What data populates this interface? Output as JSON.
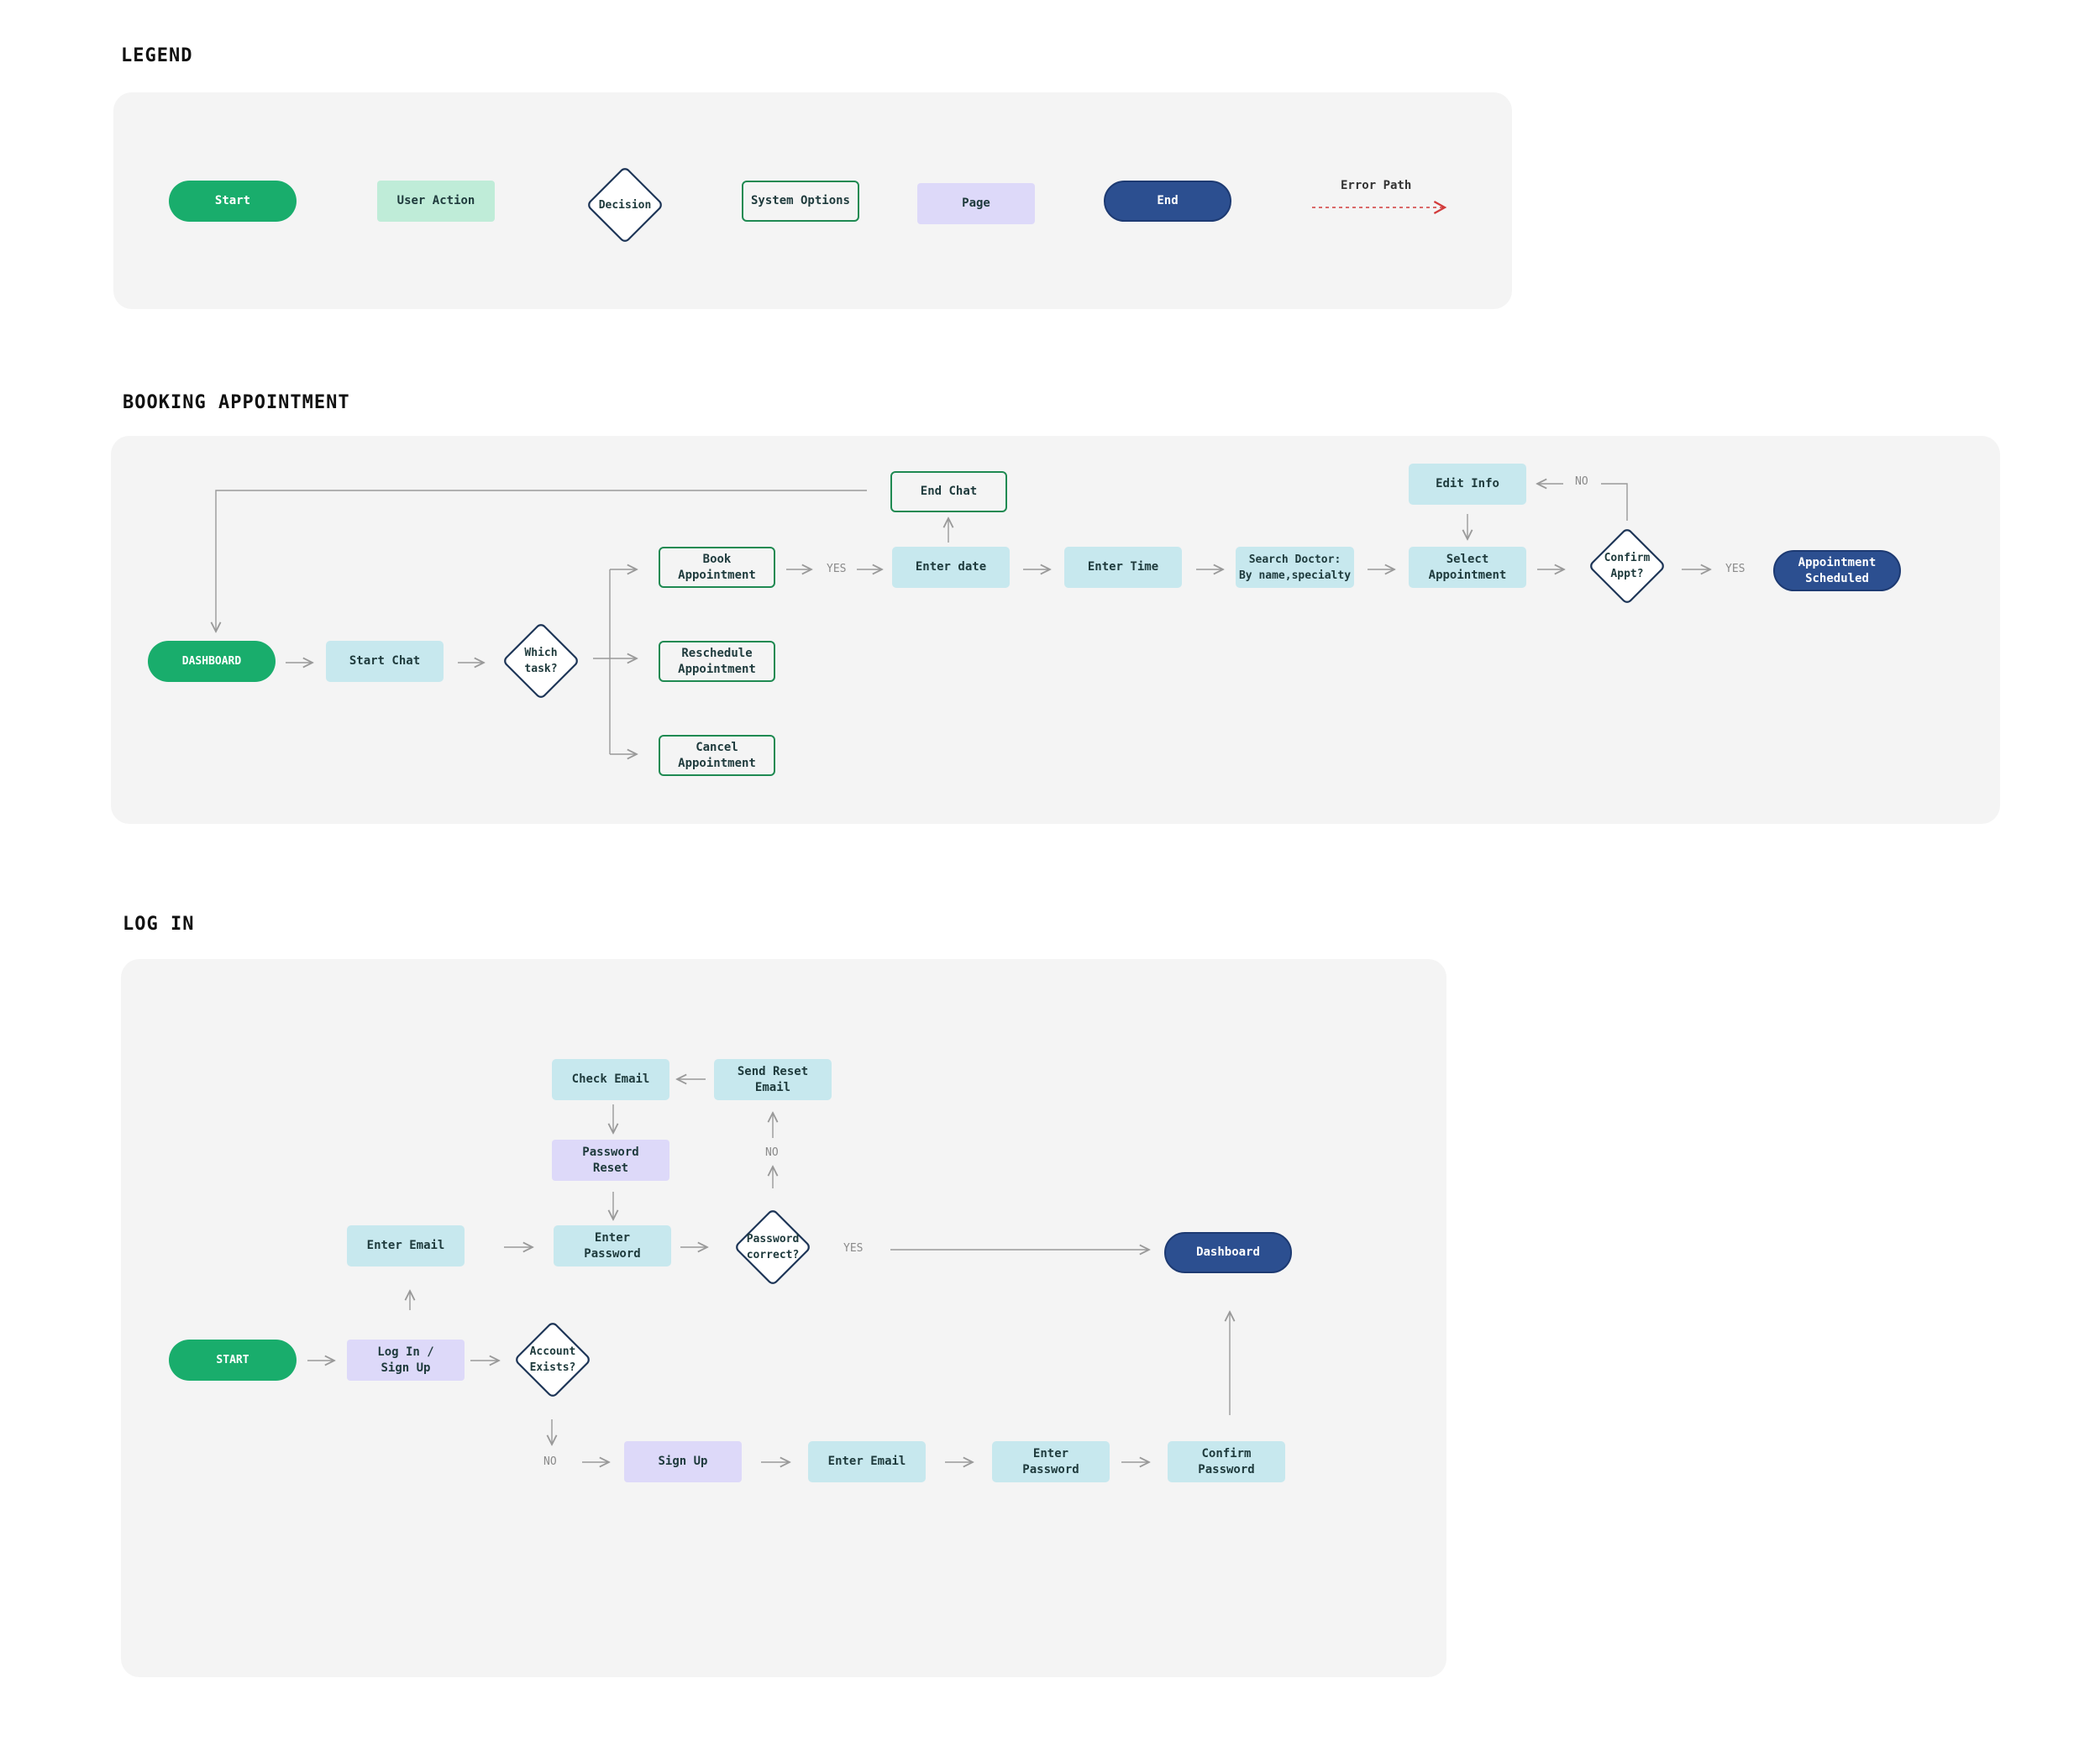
{
  "sections": {
    "legend": "LEGEND",
    "booking": "BOOKING APPOINTMENT",
    "login": "LOG IN"
  },
  "legend": {
    "start": "Start",
    "user_action": "User Action",
    "decision": "Decision",
    "system_options": "System Options",
    "page": "Page",
    "end": "End",
    "error_path": "Error Path"
  },
  "booking": {
    "dashboard": "DASHBOARD",
    "start_chat": "Start Chat",
    "which_task": "Which\ntask?",
    "book": "Book\nAppointment",
    "reschedule": "Reschedule\nAppointment",
    "cancel": "Cancel\nAppointment",
    "end_chat": "End Chat",
    "enter_date": "Enter date",
    "enter_time": "Enter Time",
    "search_doctor": "Search Doctor:\nBy name,specialty",
    "select_appt": "Select\nAppointment",
    "edit_info": "Edit Info",
    "confirm_appt": "Confirm\nAppt?",
    "scheduled": "Appointment\nScheduled",
    "yes1": "YES",
    "yes2": "YES",
    "no": "NO"
  },
  "login": {
    "start": "START",
    "login_signup": "Log In /\nSign Up",
    "account_exists": "Account\nExists?",
    "enter_email": "Enter Email",
    "enter_password": "Enter\nPassword",
    "password_correct": "Password\ncorrect?",
    "yes": "YES",
    "dashboard": "Dashboard",
    "no_pw": "NO",
    "send_reset": "Send Reset\nEmail",
    "check_email": "Check Email",
    "password_reset": "Password\nReset",
    "no_acct": "NO",
    "sign_up": "Sign Up",
    "su_enter_email": "Enter Email",
    "su_enter_password": "Enter\nPassword",
    "su_confirm_password": "Confirm\nPassword"
  },
  "colors": {
    "start": "#19ad6c",
    "user_action": "#bfecd8",
    "action": "#c7e8ee",
    "system_border": "#1f8a52",
    "page": "#ddd9f9",
    "end": "#2c4f90",
    "error": "#d23b3b",
    "decision_border": "#1d3557"
  }
}
